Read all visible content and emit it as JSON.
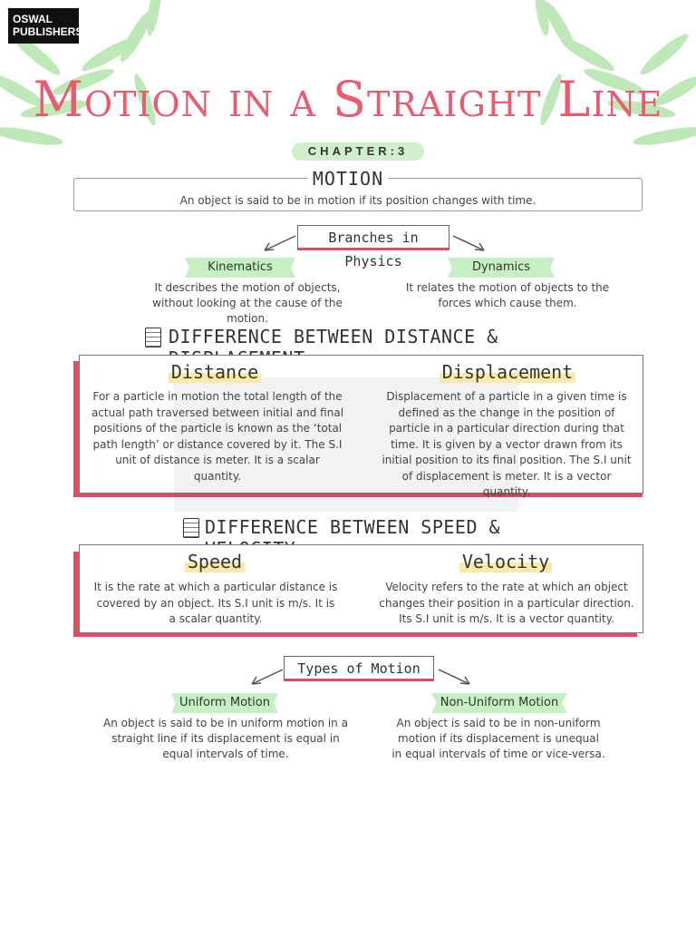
{
  "brand": {
    "line1": "OSWAL",
    "line2": "PUBLISHERS"
  },
  "title": "Motion in a Straight Line",
  "chapter": "CHAPTER:3",
  "motion": {
    "heading": "MOTION",
    "definition": "An object is said to be in motion if its position changes with time."
  },
  "branches": {
    "label": "Branches in Physics",
    "left": {
      "name": "Kinematics",
      "text": "It describes the motion of objects, without looking at the cause of the motion."
    },
    "right": {
      "name": "Dynamics",
      "text": "It relates the motion of objects to the forces which cause them."
    }
  },
  "distance_displacement": {
    "heading": "DIFFERENCE BETWEEN DISTANCE & DISPLACEMENT",
    "left": {
      "name": "Distance",
      "text": "For a particle in motion the total length of the actual path traversed between initial and final positions of the particle is known as the ‘total path length’ or distance covered by it. The S.I unit of distance is meter. It is a scalar quantity."
    },
    "right": {
      "name": "Displacement",
      "text": "Displacement of a particle in a given time is defined as the change in the position of particle in a particular direction during that time. It is given by a vector drawn from its initial position to its final position. The S.I unit of displacement is meter. It is a vector quantity."
    }
  },
  "speed_velocity": {
    "heading": "DIFFERENCE BETWEEN SPEED & VELOCITY",
    "left": {
      "name": "Speed",
      "text": "It is the rate at which a particular distance is covered by an object. Its S.I unit is m/s. It is a scalar quantity."
    },
    "right": {
      "name": "Velocity",
      "text": "Velocity refers to the rate at which an object changes their position in a particular direction. Its S.I unit is m/s. It is a vector quantity."
    }
  },
  "types": {
    "label": "Types of Motion",
    "left": {
      "name": "Uniform Motion",
      "text": "An object is said to be in uniform motion in a straight line if its displacement is equal in equal intervals of time."
    },
    "right": {
      "name": "Non-Uniform Motion",
      "text": "An object is said to be in non-uniform motion if its displacement is unequal in equal intervals of time or vice-versa."
    }
  },
  "colors": {
    "accent_red": "#e04d62",
    "tag_green": "#c6efc4",
    "highlight_yellow": "#fbe9a8",
    "leaf_green": "#b9e6b4"
  },
  "icons": {
    "note": "notepad-icon",
    "arrow": "arrow-icon",
    "leaf": "leaf-icon"
  }
}
